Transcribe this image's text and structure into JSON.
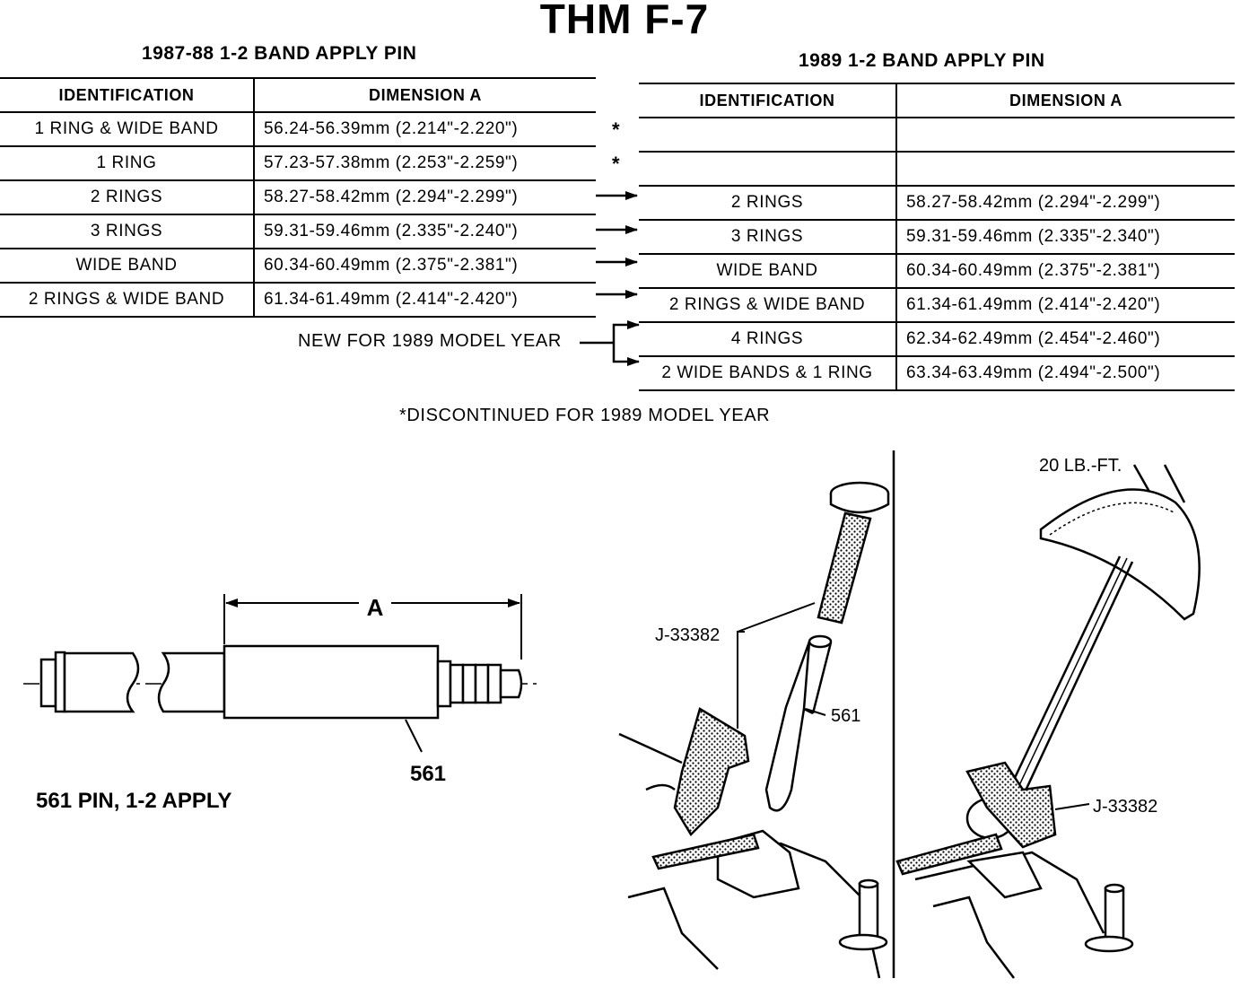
{
  "title": "THM F-7",
  "left_table": {
    "title": "1987-88 1-2 BAND APPLY PIN",
    "headers": [
      "IDENTIFICATION",
      "DIMENSION A"
    ],
    "rows": [
      {
        "id": "1 RING & WIDE BAND",
        "dim": "56.24-56.39mm (2.214\"-2.220\")",
        "mark": "*"
      },
      {
        "id": "1 RING",
        "dim": "57.23-57.38mm (2.253\"-2.259\")",
        "mark": "*"
      },
      {
        "id": "2 RINGS",
        "dim": "58.27-58.42mm (2.294\"-2.299\")",
        "mark": ""
      },
      {
        "id": "3 RINGS",
        "dim": "59.31-59.46mm (2.335\"-2.240\")",
        "mark": ""
      },
      {
        "id": "WIDE BAND",
        "dim": "60.34-60.49mm (2.375\"-2.381\")",
        "mark": ""
      },
      {
        "id": "2 RINGS & WIDE BAND",
        "dim": "61.34-61.49mm (2.414\"-2.420\")",
        "mark": ""
      }
    ]
  },
  "right_table": {
    "title": "1989 1-2 BAND APPLY PIN",
    "headers": [
      "IDENTIFICATION",
      "DIMENSION A"
    ],
    "rows": [
      {
        "id": "",
        "dim": ""
      },
      {
        "id": "",
        "dim": ""
      },
      {
        "id": "2 RINGS",
        "dim": "58.27-58.42mm (2.294\"-2.299\")"
      },
      {
        "id": "3 RINGS",
        "dim": "59.31-59.46mm (2.335\"-2.340\")"
      },
      {
        "id": "WIDE BAND",
        "dim": "60.34-60.49mm (2.375\"-2.381\")"
      },
      {
        "id": "2 RINGS & WIDE BAND",
        "dim": "61.34-61.49mm (2.414\"-2.420\")"
      },
      {
        "id": "4 RINGS",
        "dim": "62.34-62.49mm (2.454\"-2.460\")"
      },
      {
        "id": "2 WIDE BANDS & 1 RING",
        "dim": "63.34-63.49mm (2.494\"-2.500\")"
      }
    ]
  },
  "notes": {
    "new_for_1989": "NEW FOR 1989 MODEL YEAR",
    "discontinued": "*DISCONTINUED FOR 1989 MODEL YEAR"
  },
  "pin_figure": {
    "dimension_label": "A",
    "part_number": "561",
    "caption": "561 PIN, 1-2 APPLY"
  },
  "tool_figure": {
    "tool_label_left": "J-33382",
    "pin_label": "561",
    "torque_label": "20 LB.-FT.",
    "tool_label_right": "J-33382"
  }
}
